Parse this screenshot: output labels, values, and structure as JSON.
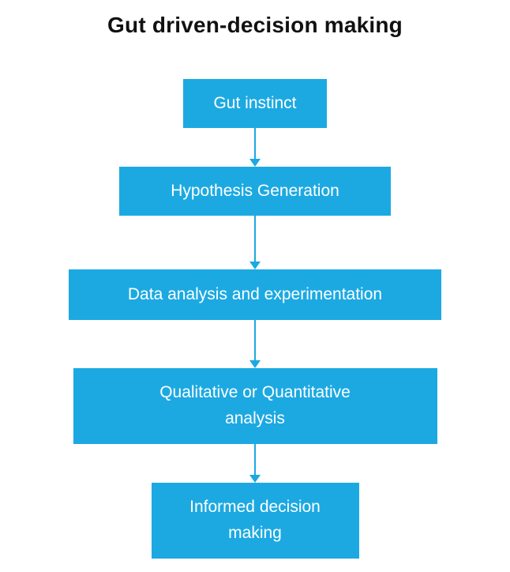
{
  "title": "Gut driven-decision making",
  "colors": {
    "box": "#1ca9e2",
    "box_text": "#ffffff",
    "title_text": "#111111",
    "background": "#ffffff"
  },
  "steps": [
    {
      "label": "Gut instinct"
    },
    {
      "label": "Hypothesis Generation"
    },
    {
      "label": "Data analysis and experimentation"
    },
    {
      "label": "Qualitative or Quantitative analysis"
    },
    {
      "label": "Informed decision making"
    }
  ]
}
